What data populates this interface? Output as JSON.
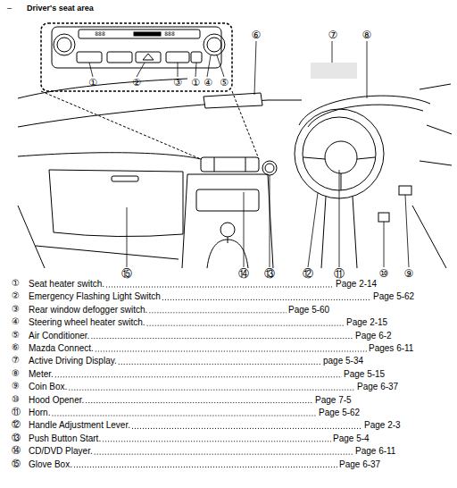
{
  "diagram": {
    "title": "Driver's seat area",
    "labels": [
      "–",
      "888",
      "888",
      "①",
      "②",
      "③",
      "①",
      "④",
      "⑤",
      "⑥",
      "⑦",
      "⑧",
      "⑮",
      "⑭",
      "⑬",
      "⑫",
      "⑪",
      "⑩",
      "⑨",
      "①",
      "Seat heater switch.",
      "Page 2-14",
      "②",
      "Emergency Flashing Light Switch",
      "Page 5-62",
      "③",
      "Rear window defogger switch.",
      "Page 5-60",
      "④",
      "Steering wheel heater switch.",
      "Page 2-15",
      "⑤",
      "Air Conditioner.",
      "Page 6-2",
      "⑥",
      "Mazda Connect.",
      "Pages 6-11",
      "⑦",
      "Active Driving Display.",
      "page 5-34",
      "⑧",
      "Meter.",
      "Page 5-15",
      "⑨",
      "Coin Box.",
      "Page 6-37",
      "⑩",
      "Hood Opener.",
      "Page 7-5",
      "⑪",
      "Horn.",
      "Page 5-62",
      "⑫",
      "Handle Adjustment Lever.",
      "Page 2-3",
      "⑬",
      "Push Button Start.",
      "Page 5-4",
      "⑭",
      "CD/DVD Player.",
      "Page 6-11",
      "⑮",
      "Glove Box.",
      "Page 6-37"
    ]
  }
}
